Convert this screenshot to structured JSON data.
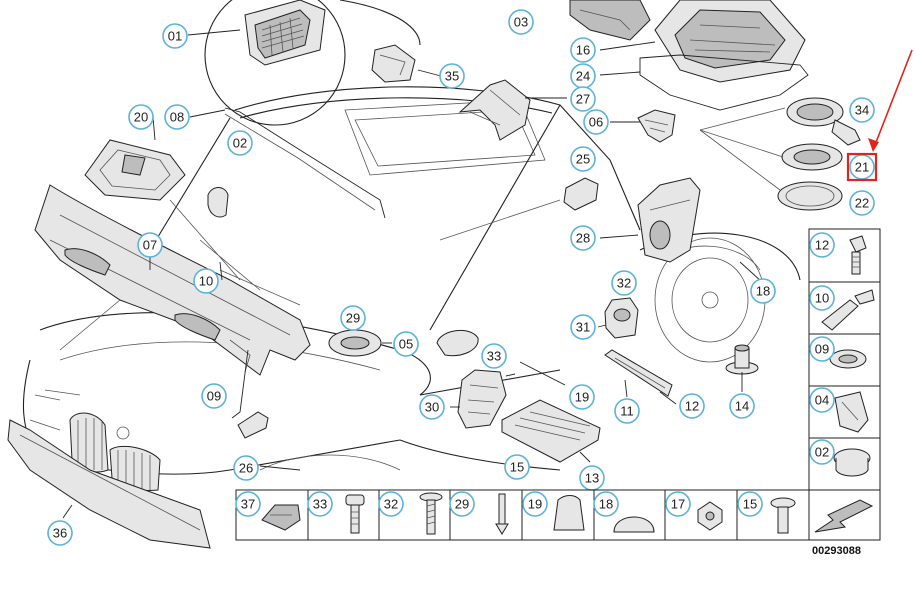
{
  "diagram_number": "00293088",
  "highlight_color": "#e0241b",
  "callout_color": "#5bb3d9",
  "callouts": [
    {
      "id": "c01",
      "label": "01"
    },
    {
      "id": "c03",
      "label": "03"
    },
    {
      "id": "c16",
      "label": "16"
    },
    {
      "id": "c24",
      "label": "24"
    },
    {
      "id": "c35",
      "label": "35"
    },
    {
      "id": "c27",
      "label": "27"
    },
    {
      "id": "c34",
      "label": "34"
    },
    {
      "id": "c20",
      "label": "20"
    },
    {
      "id": "c08",
      "label": "08"
    },
    {
      "id": "c06",
      "label": "06"
    },
    {
      "id": "c02",
      "label": "02"
    },
    {
      "id": "c21",
      "label": "21"
    },
    {
      "id": "c25",
      "label": "25"
    },
    {
      "id": "c22",
      "label": "22"
    },
    {
      "id": "c07",
      "label": "07"
    },
    {
      "id": "c28",
      "label": "28"
    },
    {
      "id": "c10",
      "label": "10"
    },
    {
      "id": "c32",
      "label": "32"
    },
    {
      "id": "c18",
      "label": "18"
    },
    {
      "id": "c29",
      "label": "29"
    },
    {
      "id": "c31",
      "label": "31"
    },
    {
      "id": "c05",
      "label": "05"
    },
    {
      "id": "c33",
      "label": "33"
    },
    {
      "id": "c09",
      "label": "09"
    },
    {
      "id": "c19",
      "label": "19"
    },
    {
      "id": "c30",
      "label": "30"
    },
    {
      "id": "c11",
      "label": "11"
    },
    {
      "id": "c12",
      "label": "12"
    },
    {
      "id": "c14",
      "label": "14"
    },
    {
      "id": "c26",
      "label": "26"
    },
    {
      "id": "c15",
      "label": "15"
    },
    {
      "id": "c13",
      "label": "13"
    },
    {
      "id": "c36",
      "label": "36"
    }
  ],
  "side_panel": [
    {
      "id": "s12",
      "label": "12"
    },
    {
      "id": "s10",
      "label": "10"
    },
    {
      "id": "s09",
      "label": "09"
    },
    {
      "id": "s04",
      "label": "04"
    },
    {
      "id": "s02",
      "label": "02"
    }
  ],
  "bottom_panel": [
    {
      "id": "b37",
      "label": "37"
    },
    {
      "id": "b33",
      "label": "33"
    },
    {
      "id": "b32",
      "label": "32"
    },
    {
      "id": "b29",
      "label": "29"
    },
    {
      "id": "b19",
      "label": "19"
    },
    {
      "id": "b18",
      "label": "18"
    },
    {
      "id": "b17",
      "label": "17"
    },
    {
      "id": "b15",
      "label": "15"
    }
  ],
  "highlighted_callout": "21"
}
